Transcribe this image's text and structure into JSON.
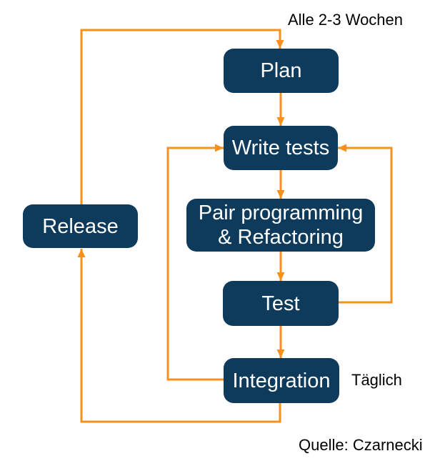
{
  "colors": {
    "box": "#0E3A5C",
    "arrow": "#F8901D",
    "node_text": "#FFFFFF",
    "label_text": "#000000",
    "bg": "#FFFFFF"
  },
  "nodes": {
    "plan": {
      "label": "Plan"
    },
    "write_tests": {
      "label": "Write tests"
    },
    "pair": {
      "line1": "Pair programming",
      "line2": "& Refactoring"
    },
    "test": {
      "label": "Test"
    },
    "integration": {
      "label": "Integration"
    },
    "release": {
      "label": "Release"
    }
  },
  "labels": {
    "cycle_frequency": "Alle 2-3 Wochen",
    "daily": "Täglich",
    "source": "Quelle: Czarnecki"
  },
  "edges": [
    {
      "from": "release",
      "to": "plan",
      "label": "Alle 2-3 Wochen"
    },
    {
      "from": "plan",
      "to": "write_tests"
    },
    {
      "from": "write_tests",
      "to": "pair"
    },
    {
      "from": "pair",
      "to": "test"
    },
    {
      "from": "test",
      "to": "write_tests"
    },
    {
      "from": "test",
      "to": "integration"
    },
    {
      "from": "integration",
      "to": "write_tests",
      "label": "Täglich"
    },
    {
      "from": "integration",
      "to": "release"
    }
  ]
}
